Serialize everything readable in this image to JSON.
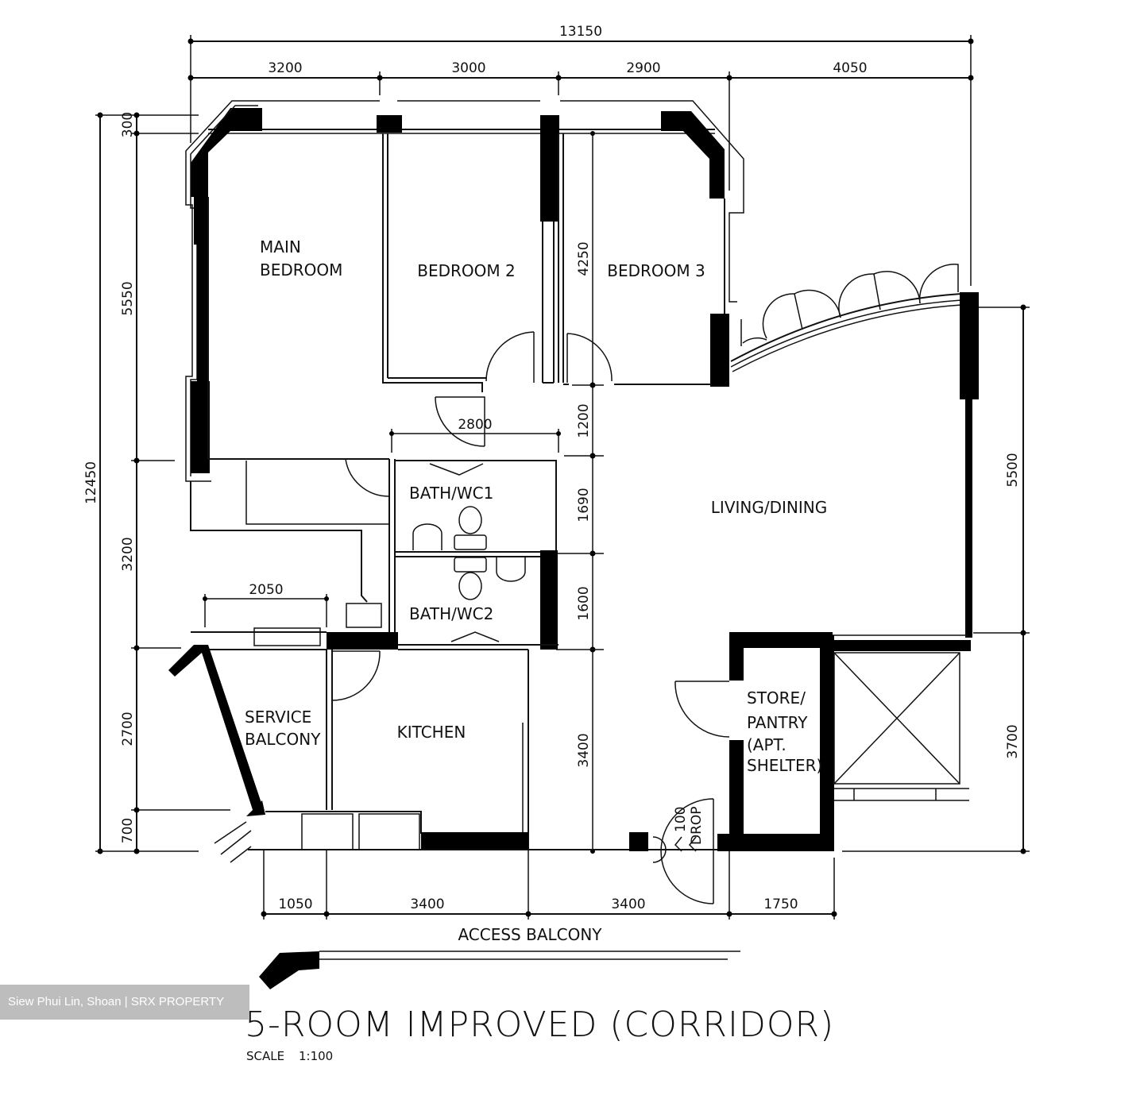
{
  "plan": {
    "title": "5-ROOM IMPROVED (CORRIDOR)",
    "scale_label": "SCALE",
    "scale_value": "1:100",
    "watermark": "Siew Phui Lin, Shoan | SRX PROPERTY"
  },
  "rooms": {
    "main_bedroom_line1": "MAIN",
    "main_bedroom_line2": "BEDROOM",
    "bedroom2": "BEDROOM  2",
    "bedroom3": "BEDROOM  3",
    "living_dining": "LIVING/DINING",
    "bath_wc1": "BATH/WC1",
    "bath_wc2": "BATH/WC2",
    "service_balcony_line1": "SERVICE",
    "service_balcony_line2": "BALCONY",
    "kitchen": "KITCHEN",
    "store_line1": "STORE/",
    "store_line2": "PANTRY",
    "store_line3": "(APT.",
    "store_line4": "SHELTER)",
    "access_balcony": "ACCESS  BALCONY",
    "drop_value": "100",
    "drop_label": "DROP"
  },
  "dimensions": {
    "top_total": "13150",
    "top_segments": [
      "3200",
      "3000",
      "2900",
      "4050"
    ],
    "left_total": "12450",
    "left_segments": [
      "300",
      "5550",
      "3200",
      "2700",
      "700"
    ],
    "right_segments": [
      "5500",
      "3700"
    ],
    "inner_vertical": [
      "4250",
      "1200",
      "1690",
      "1600",
      "3400"
    ],
    "inner_horizontal": [
      "2800",
      "2050"
    ],
    "bottom_segments": [
      "1050",
      "3400",
      "3400",
      "1750"
    ]
  }
}
